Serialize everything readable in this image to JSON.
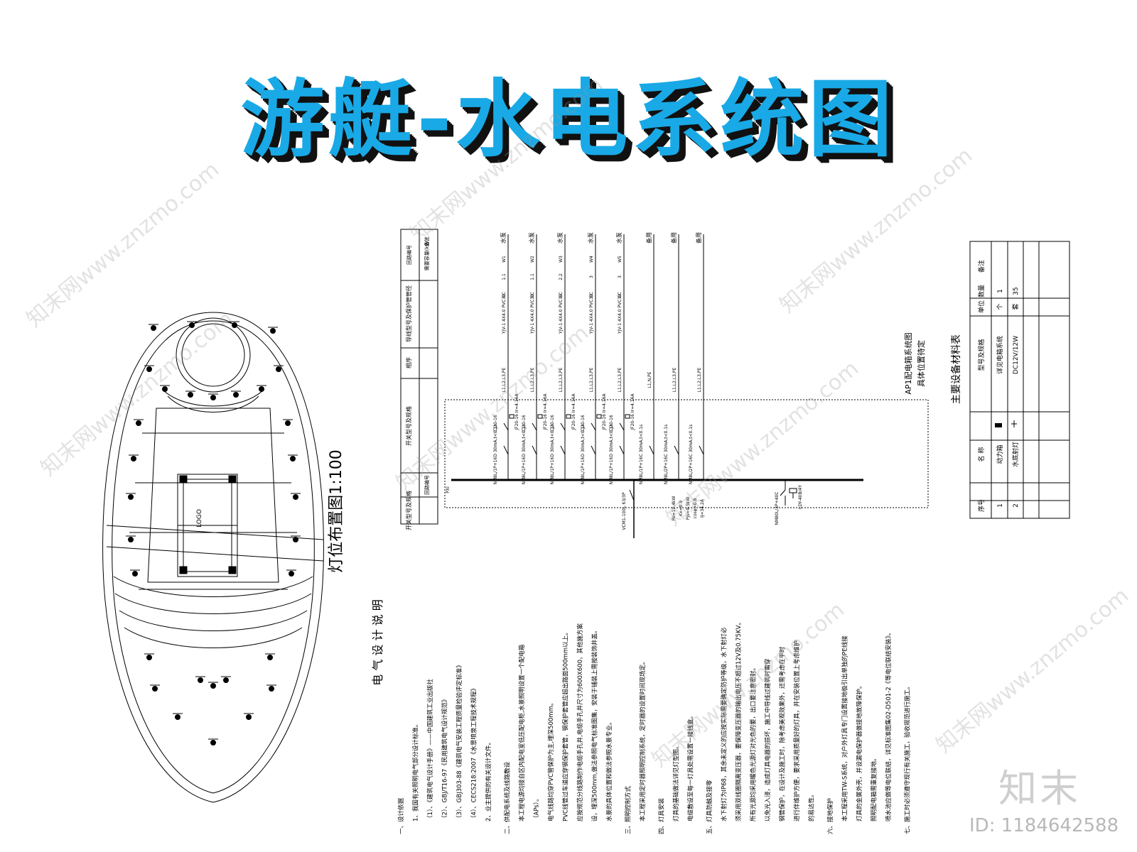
{
  "title": "游艇-水电系统图",
  "plan": {
    "label": "灯位布置图1:100",
    "logo": "LOGO"
  },
  "notes": {
    "heading": "电 气 设 计 说 明",
    "lines": [
      "一、设计依据",
      "1、我国有关照明电气部分设计标准。",
      "（1）、《建筑电气设计手册》——中国建筑工业出版社",
      "（2）、GBJ/T16-97《民用建筑电气设计规范》",
      "（3）、GBJ303-88《建筑电气安装工程质量检验评定标准》",
      "（4）、CECS218:2007《水景喷泉工程技术规程》",
      "2、业主提供的有关设计文件。",
      "二、供配电系统及线路敷设",
      "本工程电源均接自区内配电室低压配电柜,水景照明设置一个配电箱",
      "（APs）。",
      "电气线路均穿PVC管保护为主,埋深500mm。",
      "PVC线管过车道应穿钢保护套管，钢保护套管应超出路面500mm以上。",
      "应按规范分线路制作电缆手孔井,电缆手孔井尺寸为600X600，其他施方案",
      "设，埋深500mm,做法参照电气标准图集，安装于铺装上需按装饰井盖。",
      "水景的具体位置和做法参照水景专业。",
      "三、照明控制方式",
      "本工程采用定时器照明控制系统，定时器的设置时间现场定。",
      "四、灯具安装",
      "灯具的基础做法详见灯型图。",
      "电缆敷设至每一灯具处需设置一接线盒。",
      "五、灯具防触及接零",
      "水下射灯为IP68，其余未定义的应按实际需要确定防护等级，水下射灯必",
      "须采用双线圈隔离变压器，要保障变压器的输出电压不超过12V及0.75KV。",
      "所有光源均采用暖色光源灯对光色的要，出口要注意密封。",
      "以免光入浸，造成灯具电器的损坏，施工中导线过建筑时需穿",
      "钢管保护，在设计及施工时，除考虑美观效果外，还需考虑在平时",
      "进行伴维护方便，要求采用质量好的灯具，并在安装位置上考虑维护",
      "的易达性。",
      "六、接地保护",
      "本工程采用TW-S系统，对户外灯具专门设置接地极引出单独的PE线接",
      "灯具的金属外壳，并设漏电保护器做接地故障保护。",
      "照明配电箱需重复接地。",
      "喷水池应做等电位联结，详见标准图集02-D501-2《等电位联结安装》。",
      "七、施工时必须遵守现行有关施工，验收规范进行施工。"
    ]
  },
  "schematic": {
    "side_title": "AP1配电箱系统图",
    "side_subtitle": "具体位置待定",
    "row_headers": [
      "开关型号及规格",
      "回路编号",
      "相序",
      "导线型号及保护管管径",
      "需要容量(kW)",
      "回路编号",
      "备注"
    ],
    "incoming": {
      "feeder": "PXI",
      "breaker": "VCM1-100L 63/3P",
      "pe": "Pe=10.4kW",
      "kx": "Kx=0.9",
      "pjs": "Pjs=9.5kW",
      "cos": "cosφ=0.8",
      "ijs": "Ij=34.2A",
      "spd_breaker": "NM80L/3P+40C",
      "spd": "LDY-40B/4Y"
    },
    "circuits": [
      {
        "breaker": "NM8L/1P+16D 30mA,t<0.1s",
        "contactor": "CJ20-16",
        "timer": "JF20-16 Ir=4.16A",
        "phase": "L1,L2,L3,PE",
        "cable": "YJV-1 4X4.0 PVC32",
        "fc": "FC",
        "kw": "1.1",
        "no": "W1",
        "note": "水泵"
      },
      {
        "breaker": "NM8L/1P+16D 30mA,t<0.1s",
        "contactor": "CJ20-16",
        "timer": "JF20-16 Ir=4.16A",
        "phase": "L1,L2,L3,PE",
        "cable": "YJV-1 4X4.0 PVC32",
        "fc": "FC",
        "kw": "1.1",
        "no": "W2",
        "note": "水泵"
      },
      {
        "breaker": "NM8L/1P+16D 30mA,t<0.1s",
        "contactor": "CJ20-16",
        "timer": "JF20-16 Ir=4.16A",
        "phase": "L1,L2,L3,PE",
        "cable": "YJV-1 4X4.0 PVC32",
        "fc": "FC",
        "kw": "2.2",
        "no": "W3",
        "note": "水泵"
      },
      {
        "breaker": "NM8L/1P+16D 30mA,t<0.1s",
        "contactor": "CJ20-16",
        "timer": "JF20-16 Ir=4.16A",
        "phase": "L1,L2,L3,PE",
        "cable": "YJV-1 4X4.0 PVC32",
        "fc": "FC",
        "kw": "3",
        "no": "W4",
        "note": "水泵"
      },
      {
        "breaker": "NM8L/1P+16D 30mA,t<0.1s",
        "contactor": "CJ20-16",
        "timer": "JF20-16 Ir=4.16A",
        "phase": "L1,L2,L3,PE",
        "cable": "YJV-1 4X4.0 PVC32",
        "fc": "FC",
        "kw": "3",
        "no": "W5",
        "note": "水泵"
      },
      {
        "breaker": "NM8L/1P+16C 30mA,t<0.1s",
        "contactor": "",
        "timer": "",
        "phase": "L1,N,PE",
        "cable": "",
        "fc": "",
        "kw": "",
        "no": "",
        "note": "备用"
      },
      {
        "breaker": "NM8L/2P+16C 30mA,t<0.1s",
        "contactor": "",
        "timer": "",
        "phase": "L1,L2,L3,PE",
        "cable": "",
        "fc": "",
        "kw": "",
        "no": "",
        "note": "备用"
      },
      {
        "breaker": "NM8L/2P+16C 30mA,t<0.1s",
        "contactor": "",
        "timer": "",
        "phase": "L1,L2,L3,PE",
        "cable": "",
        "fc": "",
        "kw": "",
        "no": "",
        "note": "备用"
      }
    ]
  },
  "material_table": {
    "title": "主要设备材料表",
    "headers": [
      "序号",
      "名 称",
      "",
      "型号及规格",
      "单位",
      "数量",
      "备注"
    ],
    "rows": [
      [
        "1",
        "动力箱",
        "",
        "详见电箱系统",
        "个",
        "1",
        ""
      ],
      [
        "2",
        "水底射灯",
        "",
        "DC12V/12W",
        "套",
        "35",
        ""
      ]
    ]
  },
  "watermark": "知末网www.znzmo.com",
  "brand": {
    "name": "知末",
    "id": "ID: 1184642588"
  },
  "colors": {
    "title_fill": "#19a9e6",
    "title_shadow": "#111111",
    "line": "#000000"
  }
}
